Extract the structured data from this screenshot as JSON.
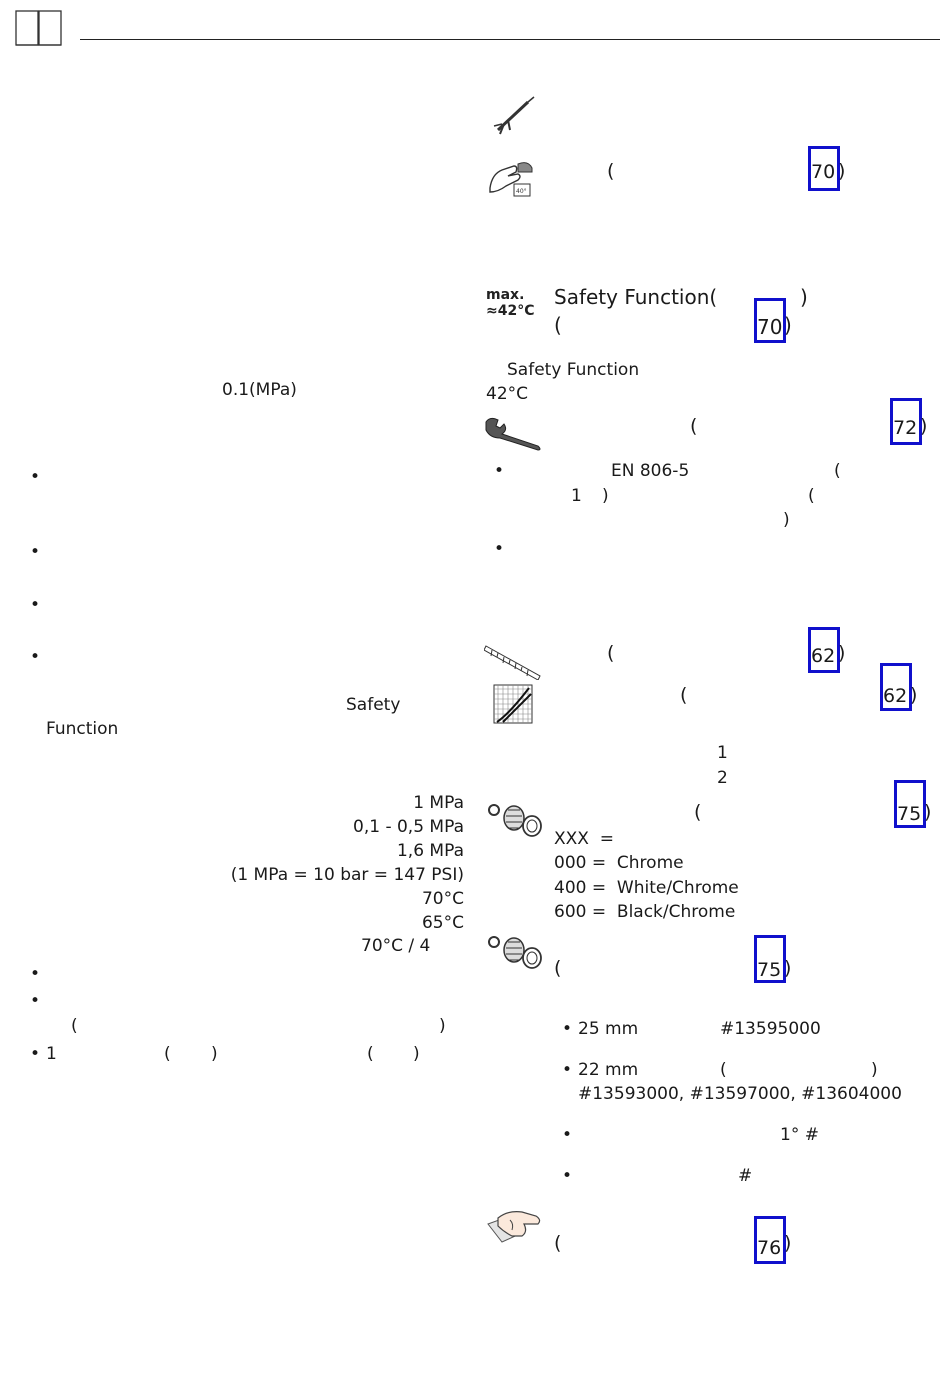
{
  "left": {
    "pressure_min": "0.1(MPa)",
    "safety_word_1": "Safety",
    "safety_word_2": "Function",
    "spec_lines": [
      "1 MPa",
      "0,1 - 0,5 MPa",
      "1,6 MPa",
      "(1 MPa = 10 bar = 147 PSI)",
      "70°C",
      "65°C",
      "70°C / 4"
    ],
    "paren_open": "(",
    "paren_close": ")",
    "one": "1"
  },
  "right": {
    "icon_label_max": "max.",
    "icon_label_temp": "≈42°C",
    "paren_open": "(",
    "paren_close": ")",
    "refs": {
      "ref70a": "70",
      "ref70b": "70",
      "ref72": "72",
      "ref62a": "62",
      "ref62b": "62",
      "ref75a": "75",
      "ref75b": "75",
      "ref76": "76"
    },
    "safety_function_title": "Safety Function(",
    "safety_function_text": "Safety Function",
    "temp_42": "42°C",
    "en_standard": "EN 806-5",
    "one": "1",
    "two": "2",
    "xxx": "XXX  =",
    "color_codes": [
      "000 =  Chrome",
      "400 =  White/Chrome",
      "600 =  Black/Chrome"
    ],
    "part_25mm": "25 mm",
    "part_25mm_num": "#13595000",
    "part_22mm": "22 mm",
    "part_22mm_nums": "#13593000, #13597000, #13604000",
    "one_deg": "1° #",
    "hash": "#"
  }
}
